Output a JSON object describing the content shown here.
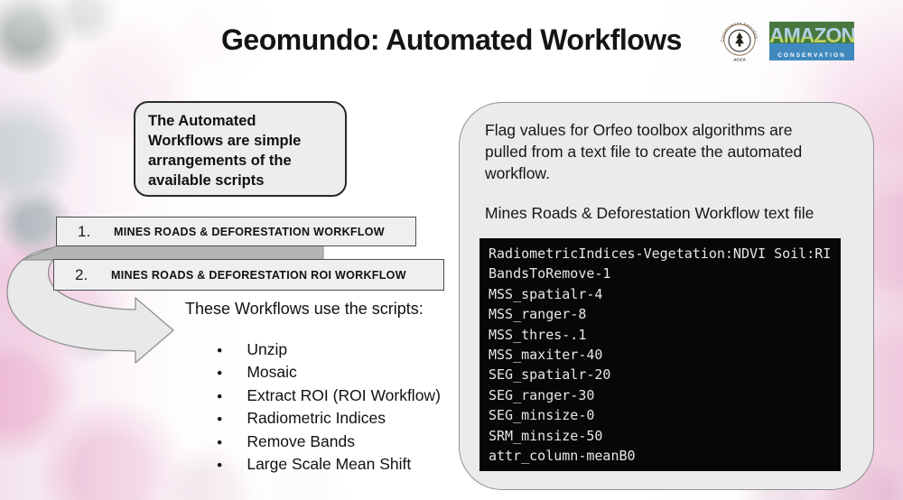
{
  "icons": {
    "bullet": "●"
  },
  "slide": {
    "title": "Geomundo: Automated Workflows",
    "logos": {
      "acca": {
        "arc_text": "Conservación Amazónica",
        "caption": "ACCA"
      },
      "amazon": {
        "line1": "AMAZON",
        "line2": "CONSERVATION",
        "green": "#47793f",
        "blue": "#4089be"
      }
    },
    "intro_box": {
      "text": "The Automated Workflows are simple arrangements of the available scripts"
    },
    "workflow_items": [
      {
        "number": "1.",
        "label": "MINES ROADS & DEFORESTATION WORKFLOW"
      },
      {
        "number": "2.",
        "label": "MINES ROADS & DEFORESTATION ROI WORKFLOW"
      }
    ],
    "scripts_intro": "These Workflows use the scripts:",
    "scripts": [
      "Unzip",
      "Mosaic",
      "Extract ROI (ROI Workflow)",
      "Radiometric Indices",
      "Remove Bands",
      "Large Scale Mean Shift"
    ],
    "right_panel": {
      "description": "Flag values for Orfeo toolbox algorithms are pulled from a text file to create the automated workflow.",
      "file_label": "Mines Roads & Deforestation Workflow text file",
      "code_lines": [
        "RadiometricIndices-Vegetation:NDVI Soil:RI",
        "BandsToRemove-1",
        "MSS_spatialr-4",
        "MSS_ranger-8",
        "MSS_thres-.1",
        "MSS_maxiter-40",
        "SEG_spatialr-20",
        "SEG_ranger-30",
        "SEG_minsize-0",
        "SRM_minsize-50",
        "attr_column-meanB0"
      ]
    }
  }
}
